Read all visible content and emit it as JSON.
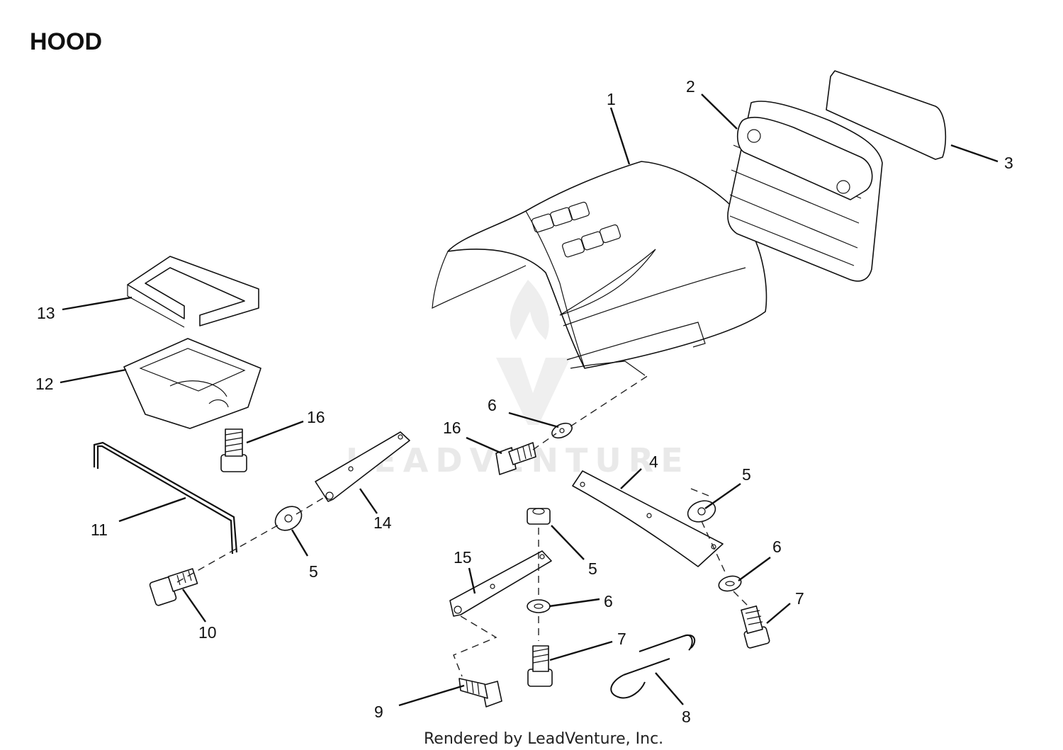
{
  "title": "HOOD",
  "footer": "Rendered by LeadVenture, Inc.",
  "watermark": "LEADVENTURE",
  "callouts": {
    "c1": "1",
    "c2": "2",
    "c3": "3",
    "c4": "4",
    "c5a": "5",
    "c5b": "5",
    "c5c": "5",
    "c6a": "6",
    "c6b": "6",
    "c6c": "6",
    "c7a": "7",
    "c7b": "7",
    "c8": "8",
    "c9": "9",
    "c10": "10",
    "c11": "11",
    "c12": "12",
    "c13": "13",
    "c14": "14",
    "c15": "15",
    "c16a": "16",
    "c16b": "16"
  }
}
